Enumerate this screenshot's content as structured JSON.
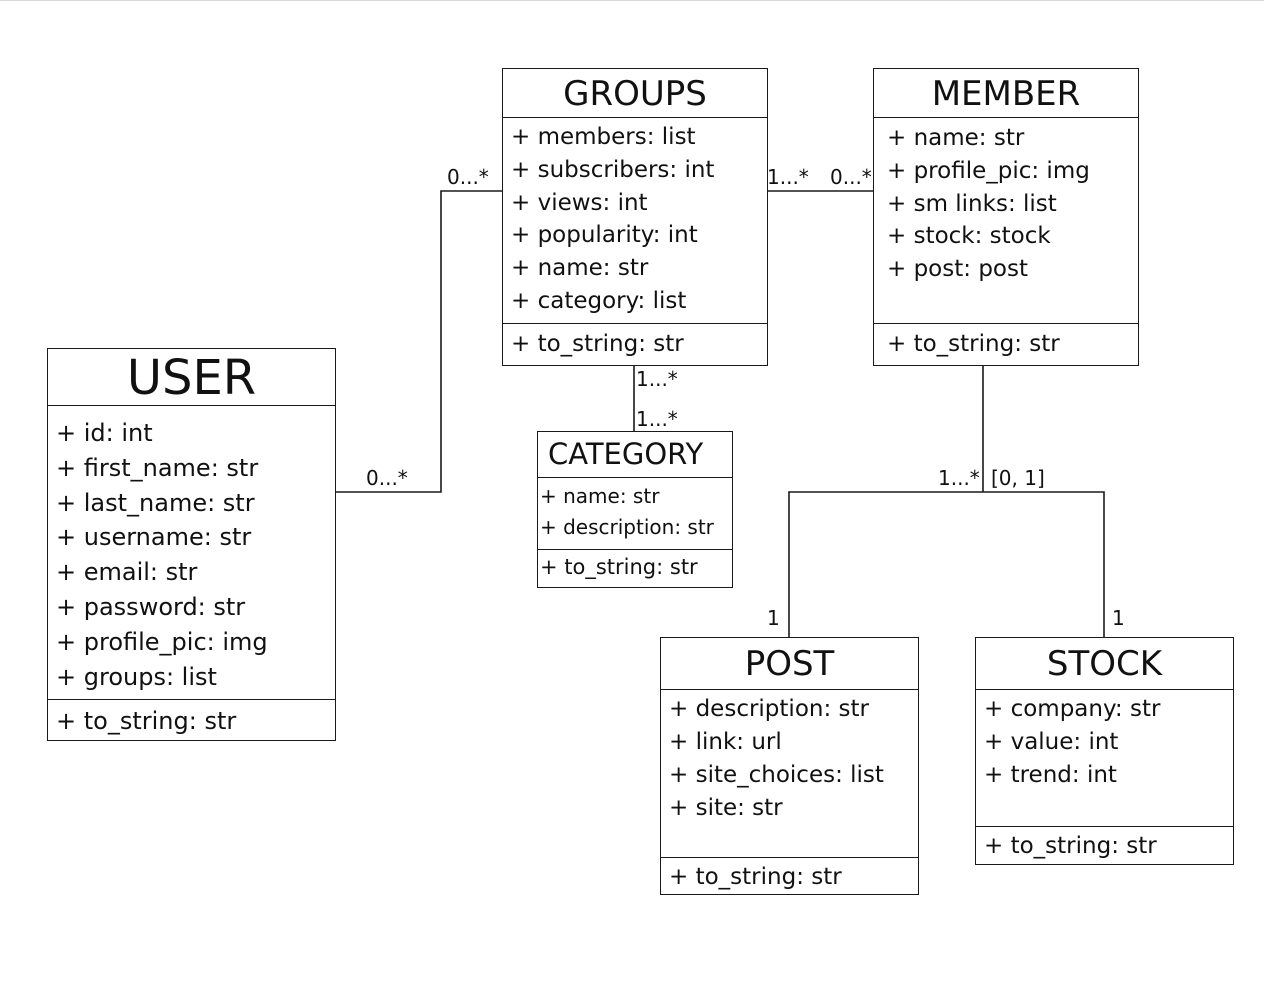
{
  "classes": {
    "user": {
      "name": "USER",
      "attributes": [
        "+ id: int",
        "+ first_name: str",
        "+ last_name: str",
        "+ username: str",
        "+ email: str",
        "+ password: str",
        "+ profile_pic: img",
        "+ groups: list"
      ],
      "methods": [
        "+ to_string: str"
      ]
    },
    "groups": {
      "name": "GROUPS",
      "attributes": [
        "+ members: list",
        "+ subscribers: int",
        "+ views: int",
        "+ popularity: int",
        "+ name: str",
        "+ category: list"
      ],
      "methods": [
        "+ to_string: str"
      ]
    },
    "member": {
      "name": "MEMBER",
      "attributes": [
        "+ name: str",
        "+ profile_pic: img",
        "+ sm links: list",
        "+ stock: stock",
        "+ post: post"
      ],
      "methods": [
        "+ to_string: str"
      ]
    },
    "category": {
      "name": "CATEGORY",
      "attributes": [
        "+ name: str",
        "+ description: str"
      ],
      "methods": [
        "+ to_string: str"
      ]
    },
    "post": {
      "name": "POST",
      "attributes": [
        "+ description: str",
        "+ link: url",
        "+ site_choices: list",
        "+ site: str"
      ],
      "methods": [
        "+ to_string: str"
      ]
    },
    "stock": {
      "name": "STOCK",
      "attributes": [
        "+ company: str",
        "+ value: int",
        "+ trend: int"
      ],
      "methods": [
        "+ to_string: str"
      ]
    }
  },
  "associations": {
    "user_groups": {
      "user_end": "0...*",
      "groups_end": "0...*"
    },
    "groups_member": {
      "groups_end": "1...*",
      "member_end": "0...*"
    },
    "groups_category": {
      "groups_end": "1...*",
      "category_end": "1...*"
    },
    "member_post_stock": {
      "member_post_end": "1...*",
      "member_stock_end": "[0, 1]",
      "post_end": "1",
      "stock_end": "1"
    }
  }
}
